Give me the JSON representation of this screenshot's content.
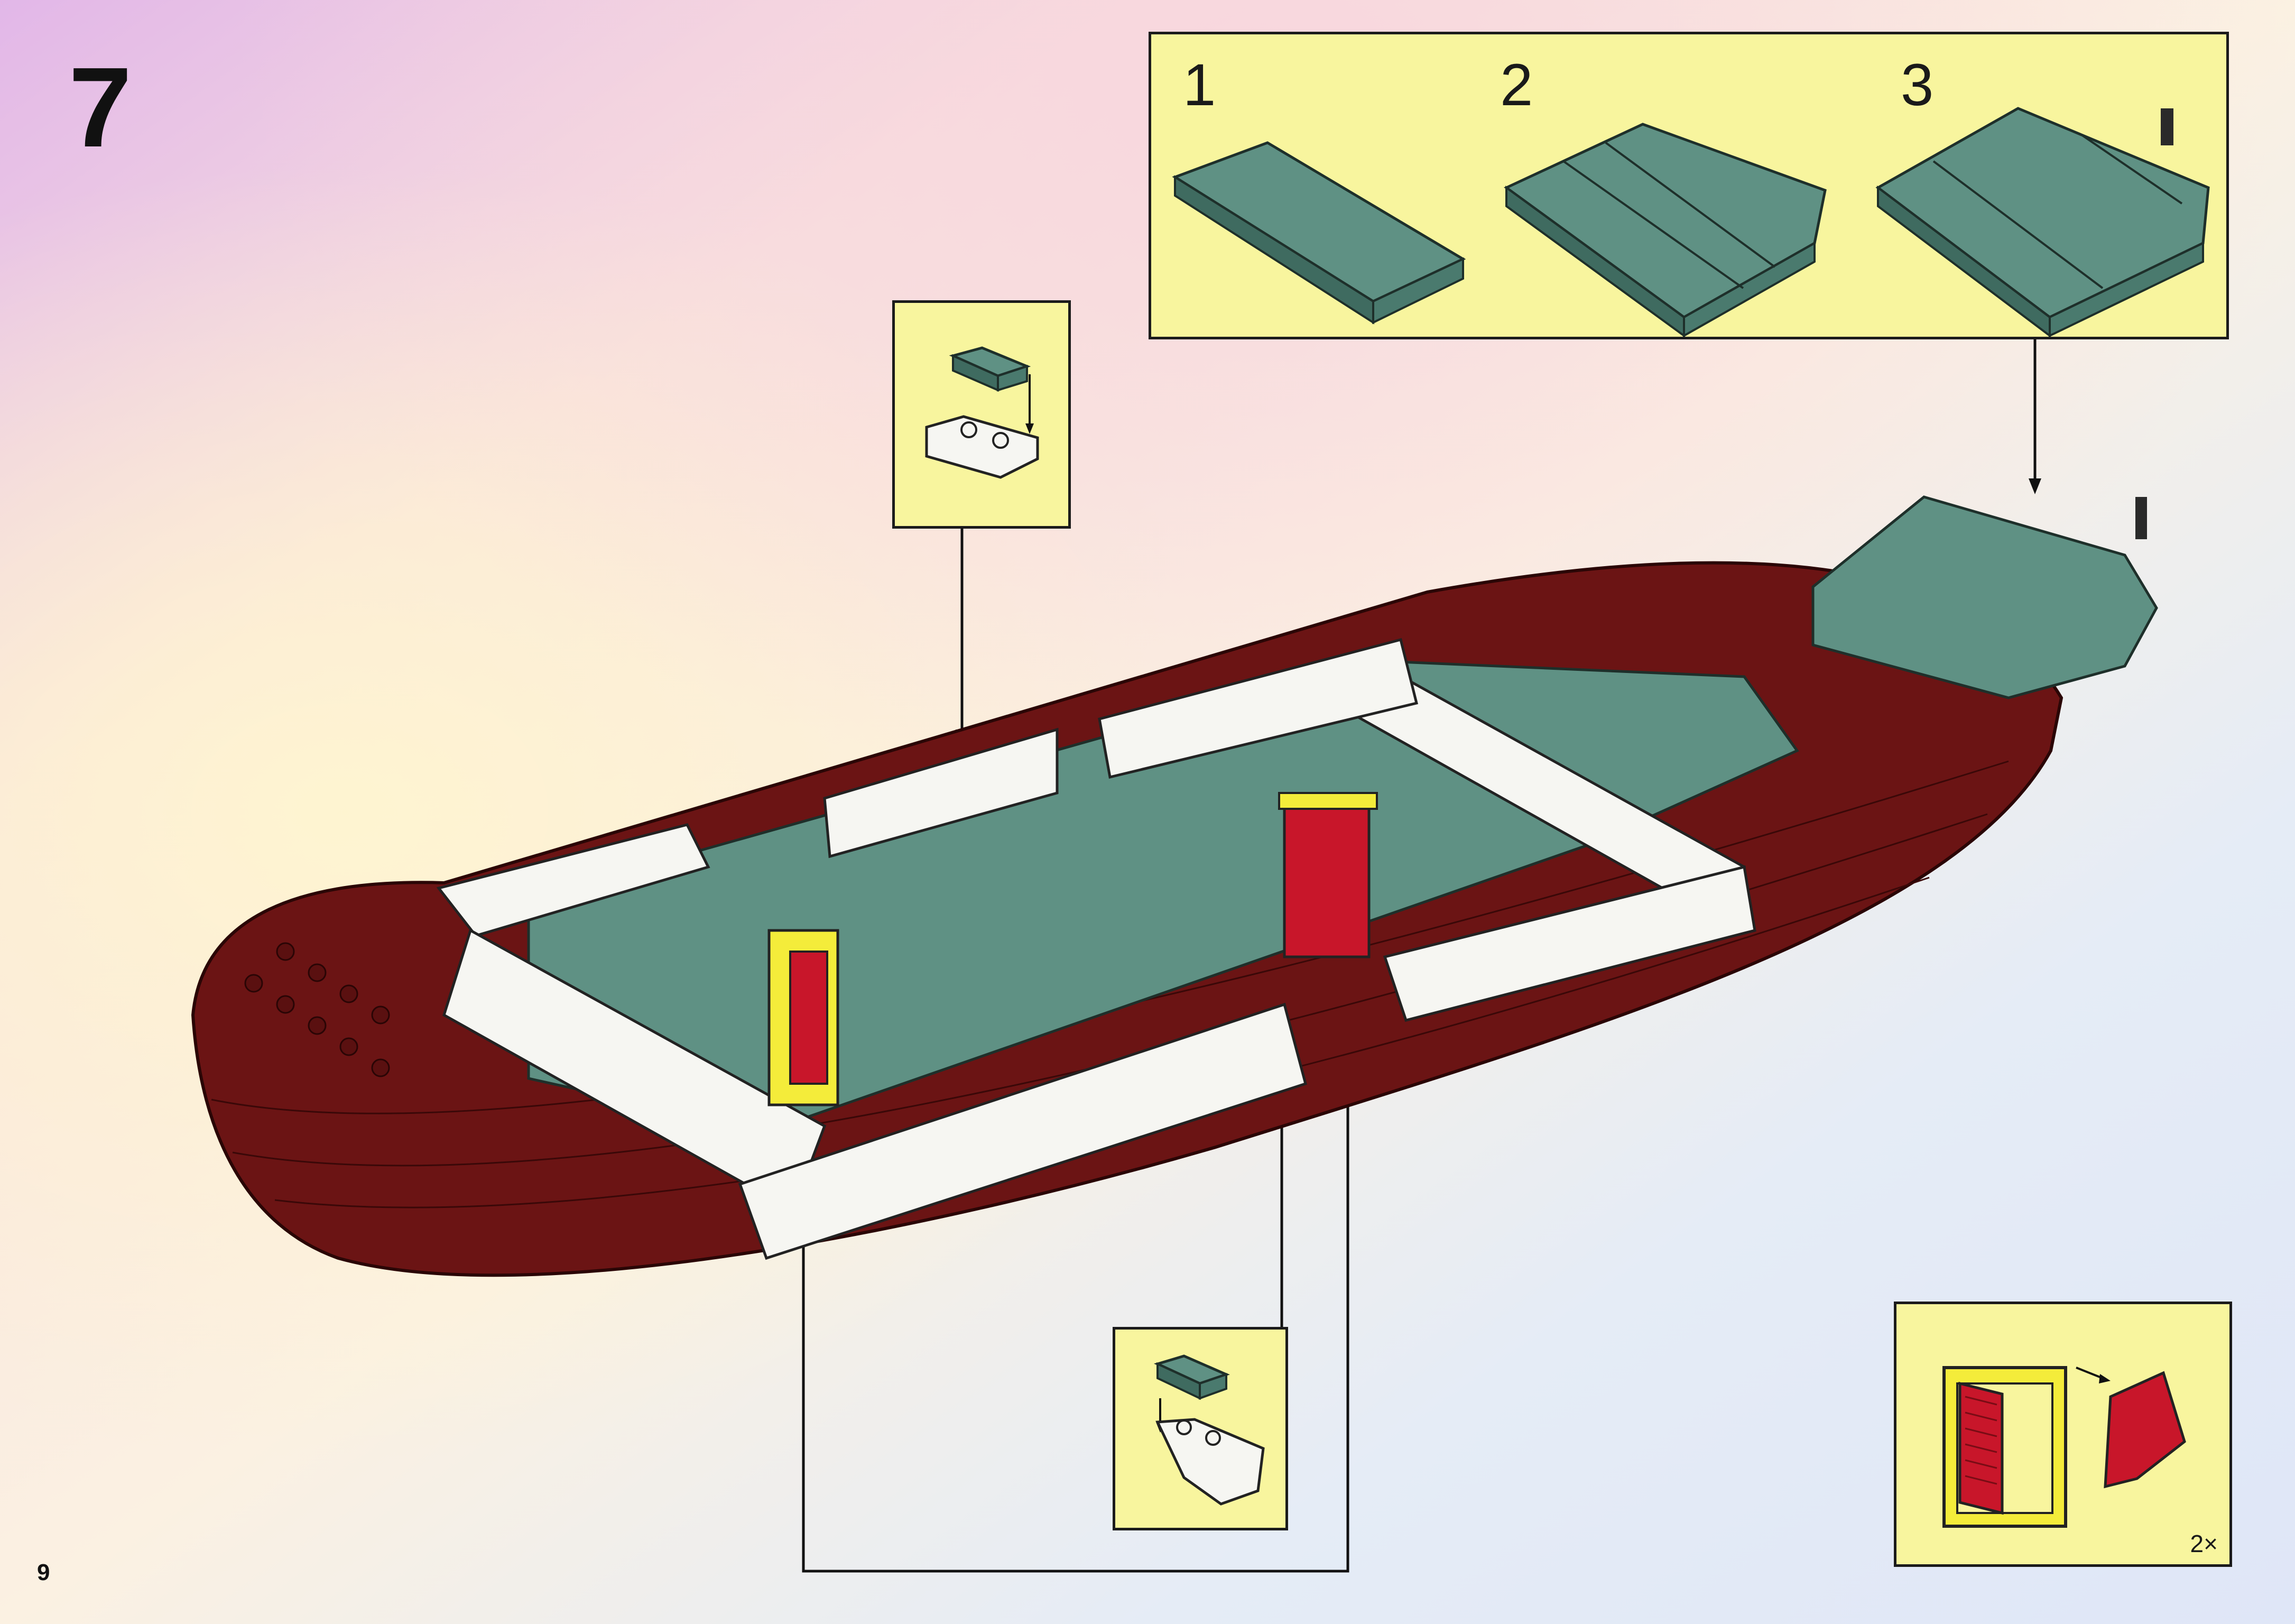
{
  "page": {
    "step_number": "7",
    "page_number": "9"
  },
  "top_callout": {
    "sub_steps": [
      "1",
      "2",
      "3"
    ]
  },
  "bottom_right_callout": {
    "quantity": "2×"
  },
  "colors": {
    "hull_red": "#6b1414",
    "plate_green": "#5f9184",
    "brick_white": "#f6f6f2",
    "callout_yellow": "#f8f59e",
    "frame_yellow": "#f4ec3a",
    "shutter_red": "#c8162a"
  }
}
